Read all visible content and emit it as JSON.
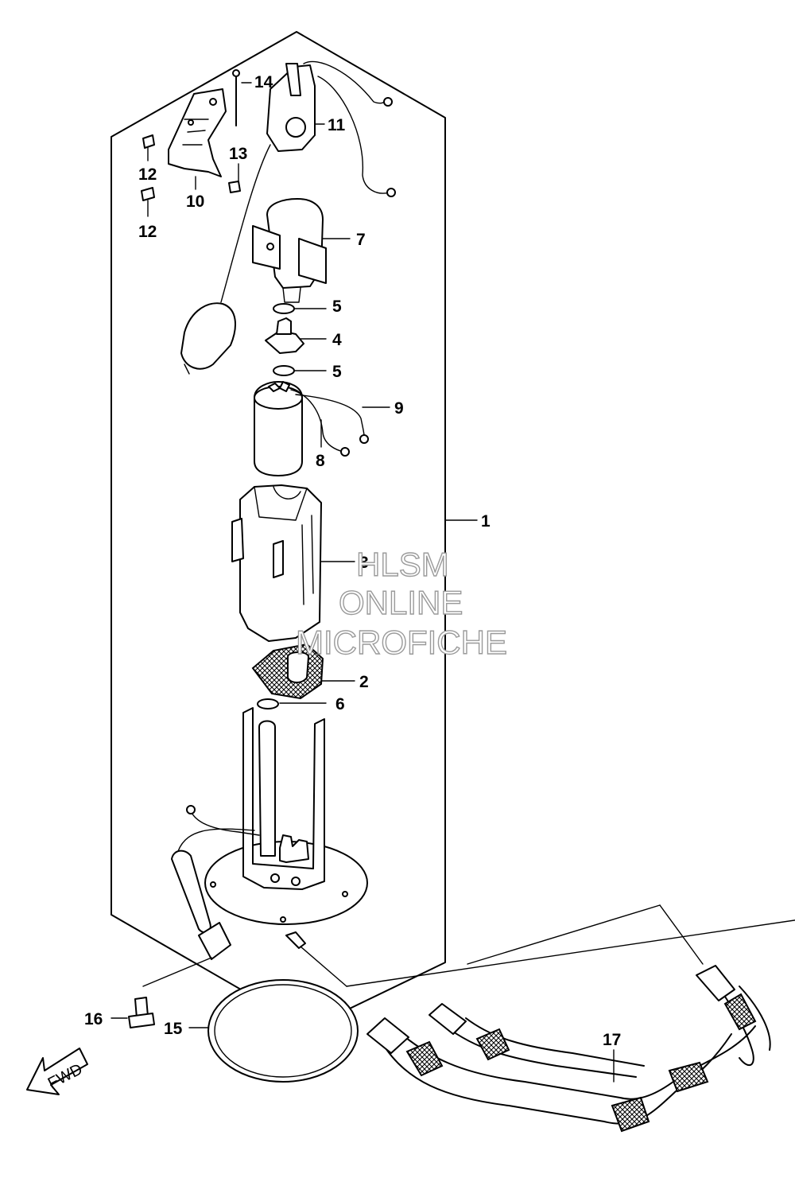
{
  "callouts": [
    {
      "id": "1",
      "text": "1"
    },
    {
      "id": "2",
      "text": "2"
    },
    {
      "id": "3",
      "text": "3"
    },
    {
      "id": "4",
      "text": "4"
    },
    {
      "id": "5a",
      "text": "5"
    },
    {
      "id": "5b",
      "text": "5"
    },
    {
      "id": "6",
      "text": "6"
    },
    {
      "id": "7",
      "text": "7"
    },
    {
      "id": "8",
      "text": "8"
    },
    {
      "id": "9",
      "text": "9"
    },
    {
      "id": "10",
      "text": "10"
    },
    {
      "id": "11",
      "text": "11"
    },
    {
      "id": "12a",
      "text": "12"
    },
    {
      "id": "12b",
      "text": "12"
    },
    {
      "id": "13",
      "text": "13"
    },
    {
      "id": "14",
      "text": "14"
    },
    {
      "id": "15",
      "text": "15"
    },
    {
      "id": "16",
      "text": "16"
    },
    {
      "id": "17",
      "text": "17"
    }
  ],
  "direction_arrow": {
    "label": "FWD",
    "icon": "fwd-arrow-icon"
  },
  "watermark": {
    "line1": "HLSM",
    "line2": "ONLINE",
    "line3": "MICROFICHE"
  },
  "colors": {
    "ink": "#000000",
    "paper": "#ffffff",
    "watermark_outline": "#9a9a9a"
  }
}
